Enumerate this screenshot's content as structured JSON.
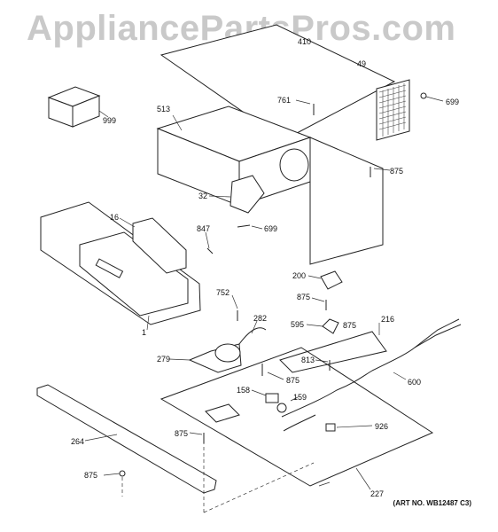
{
  "watermark": "AppliancePartsPros.com",
  "art_number": "(ART NO. WB12487 C3)",
  "parts": [
    {
      "key": "p410",
      "label": "410"
    },
    {
      "key": "p49",
      "label": "49"
    },
    {
      "key": "p699a",
      "label": "699"
    },
    {
      "key": "p761",
      "label": "761"
    },
    {
      "key": "p999",
      "label": "999"
    },
    {
      "key": "p513",
      "label": "513"
    },
    {
      "key": "p875a",
      "label": "875"
    },
    {
      "key": "p32",
      "label": "32"
    },
    {
      "key": "p699b",
      "label": "699"
    },
    {
      "key": "p16",
      "label": "16"
    },
    {
      "key": "p847",
      "label": "847"
    },
    {
      "key": "p200",
      "label": "200"
    },
    {
      "key": "p875b",
      "label": "875"
    },
    {
      "key": "p752",
      "label": "752"
    },
    {
      "key": "p282",
      "label": "282"
    },
    {
      "key": "p595",
      "label": "595"
    },
    {
      "key": "p875c",
      "label": "875"
    },
    {
      "key": "p216",
      "label": "216"
    },
    {
      "key": "p1",
      "label": "1"
    },
    {
      "key": "p279",
      "label": "279"
    },
    {
      "key": "p813",
      "label": "813"
    },
    {
      "key": "p875d",
      "label": "875"
    },
    {
      "key": "p600",
      "label": "600"
    },
    {
      "key": "p158",
      "label": "158"
    },
    {
      "key": "p159",
      "label": "159"
    },
    {
      "key": "p926",
      "label": "926"
    },
    {
      "key": "p875e",
      "label": "875"
    },
    {
      "key": "p264",
      "label": "264"
    },
    {
      "key": "p875f",
      "label": "875"
    },
    {
      "key": "p227",
      "label": "227"
    }
  ]
}
